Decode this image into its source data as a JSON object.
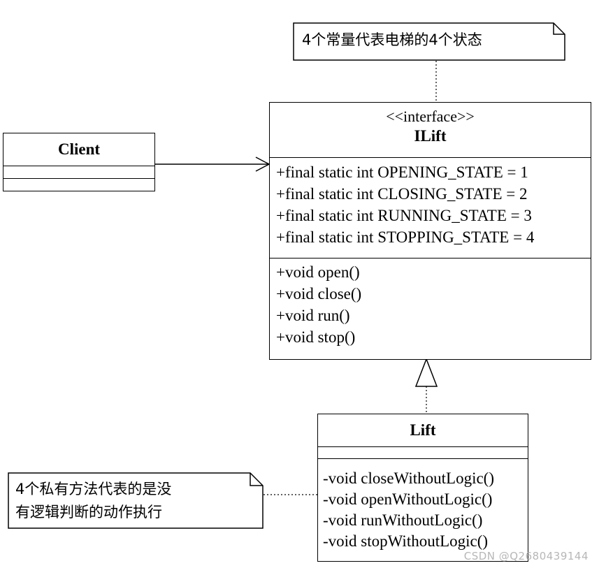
{
  "notes": {
    "top": "4个常量代表电梯的4个状态",
    "bottom_line1": "4个私有方法代表的是没",
    "bottom_line2": "有逻辑判断的动作执行"
  },
  "client": {
    "name": "Client"
  },
  "ilift": {
    "stereotype": "<<interface>>",
    "name": "ILift",
    "attributes": [
      "+final static int OPENING_STATE = 1",
      "+final static int CLOSING_STATE = 2",
      "+final static int RUNNING_STATE = 3",
      "+final static int STOPPING_STATE = 4"
    ],
    "methods": [
      "+void open()",
      "+void close()",
      "+void run()",
      "+void stop()"
    ]
  },
  "lift": {
    "name": "Lift",
    "methods": [
      "-void closeWithoutLogic()",
      "-void openWithoutLogic()",
      "-void runWithoutLogic()",
      "-void stopWithoutLogic()"
    ]
  },
  "watermark": "CSDN @Q2680439144"
}
